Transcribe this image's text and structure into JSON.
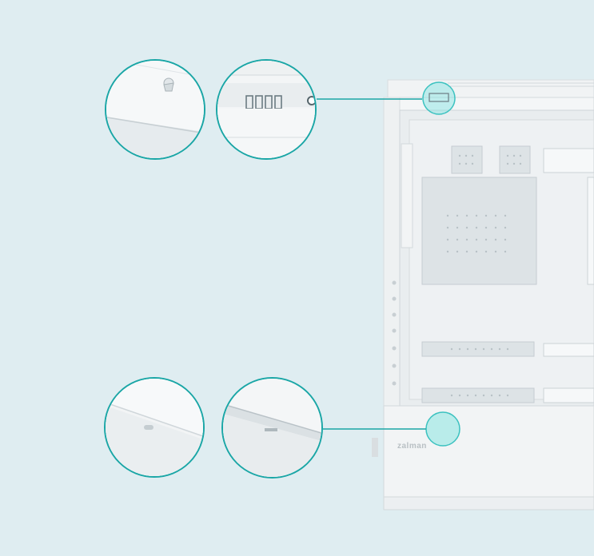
{
  "product": {
    "brand_text": "zalman"
  },
  "callouts": [
    {
      "id": "top-left",
      "subject": "case-edge-with-latch"
    },
    {
      "id": "top-right",
      "subject": "top-clip-close-up"
    },
    {
      "id": "bottom-left",
      "subject": "bottom-panel-edge"
    },
    {
      "id": "bottom-right",
      "subject": "bottom-panel-notch"
    }
  ],
  "colors": {
    "background": "#dfedf1",
    "accent": "#1aa6a6",
    "highlight": "#7fe3e0",
    "case_white": "#f4f6f7"
  }
}
